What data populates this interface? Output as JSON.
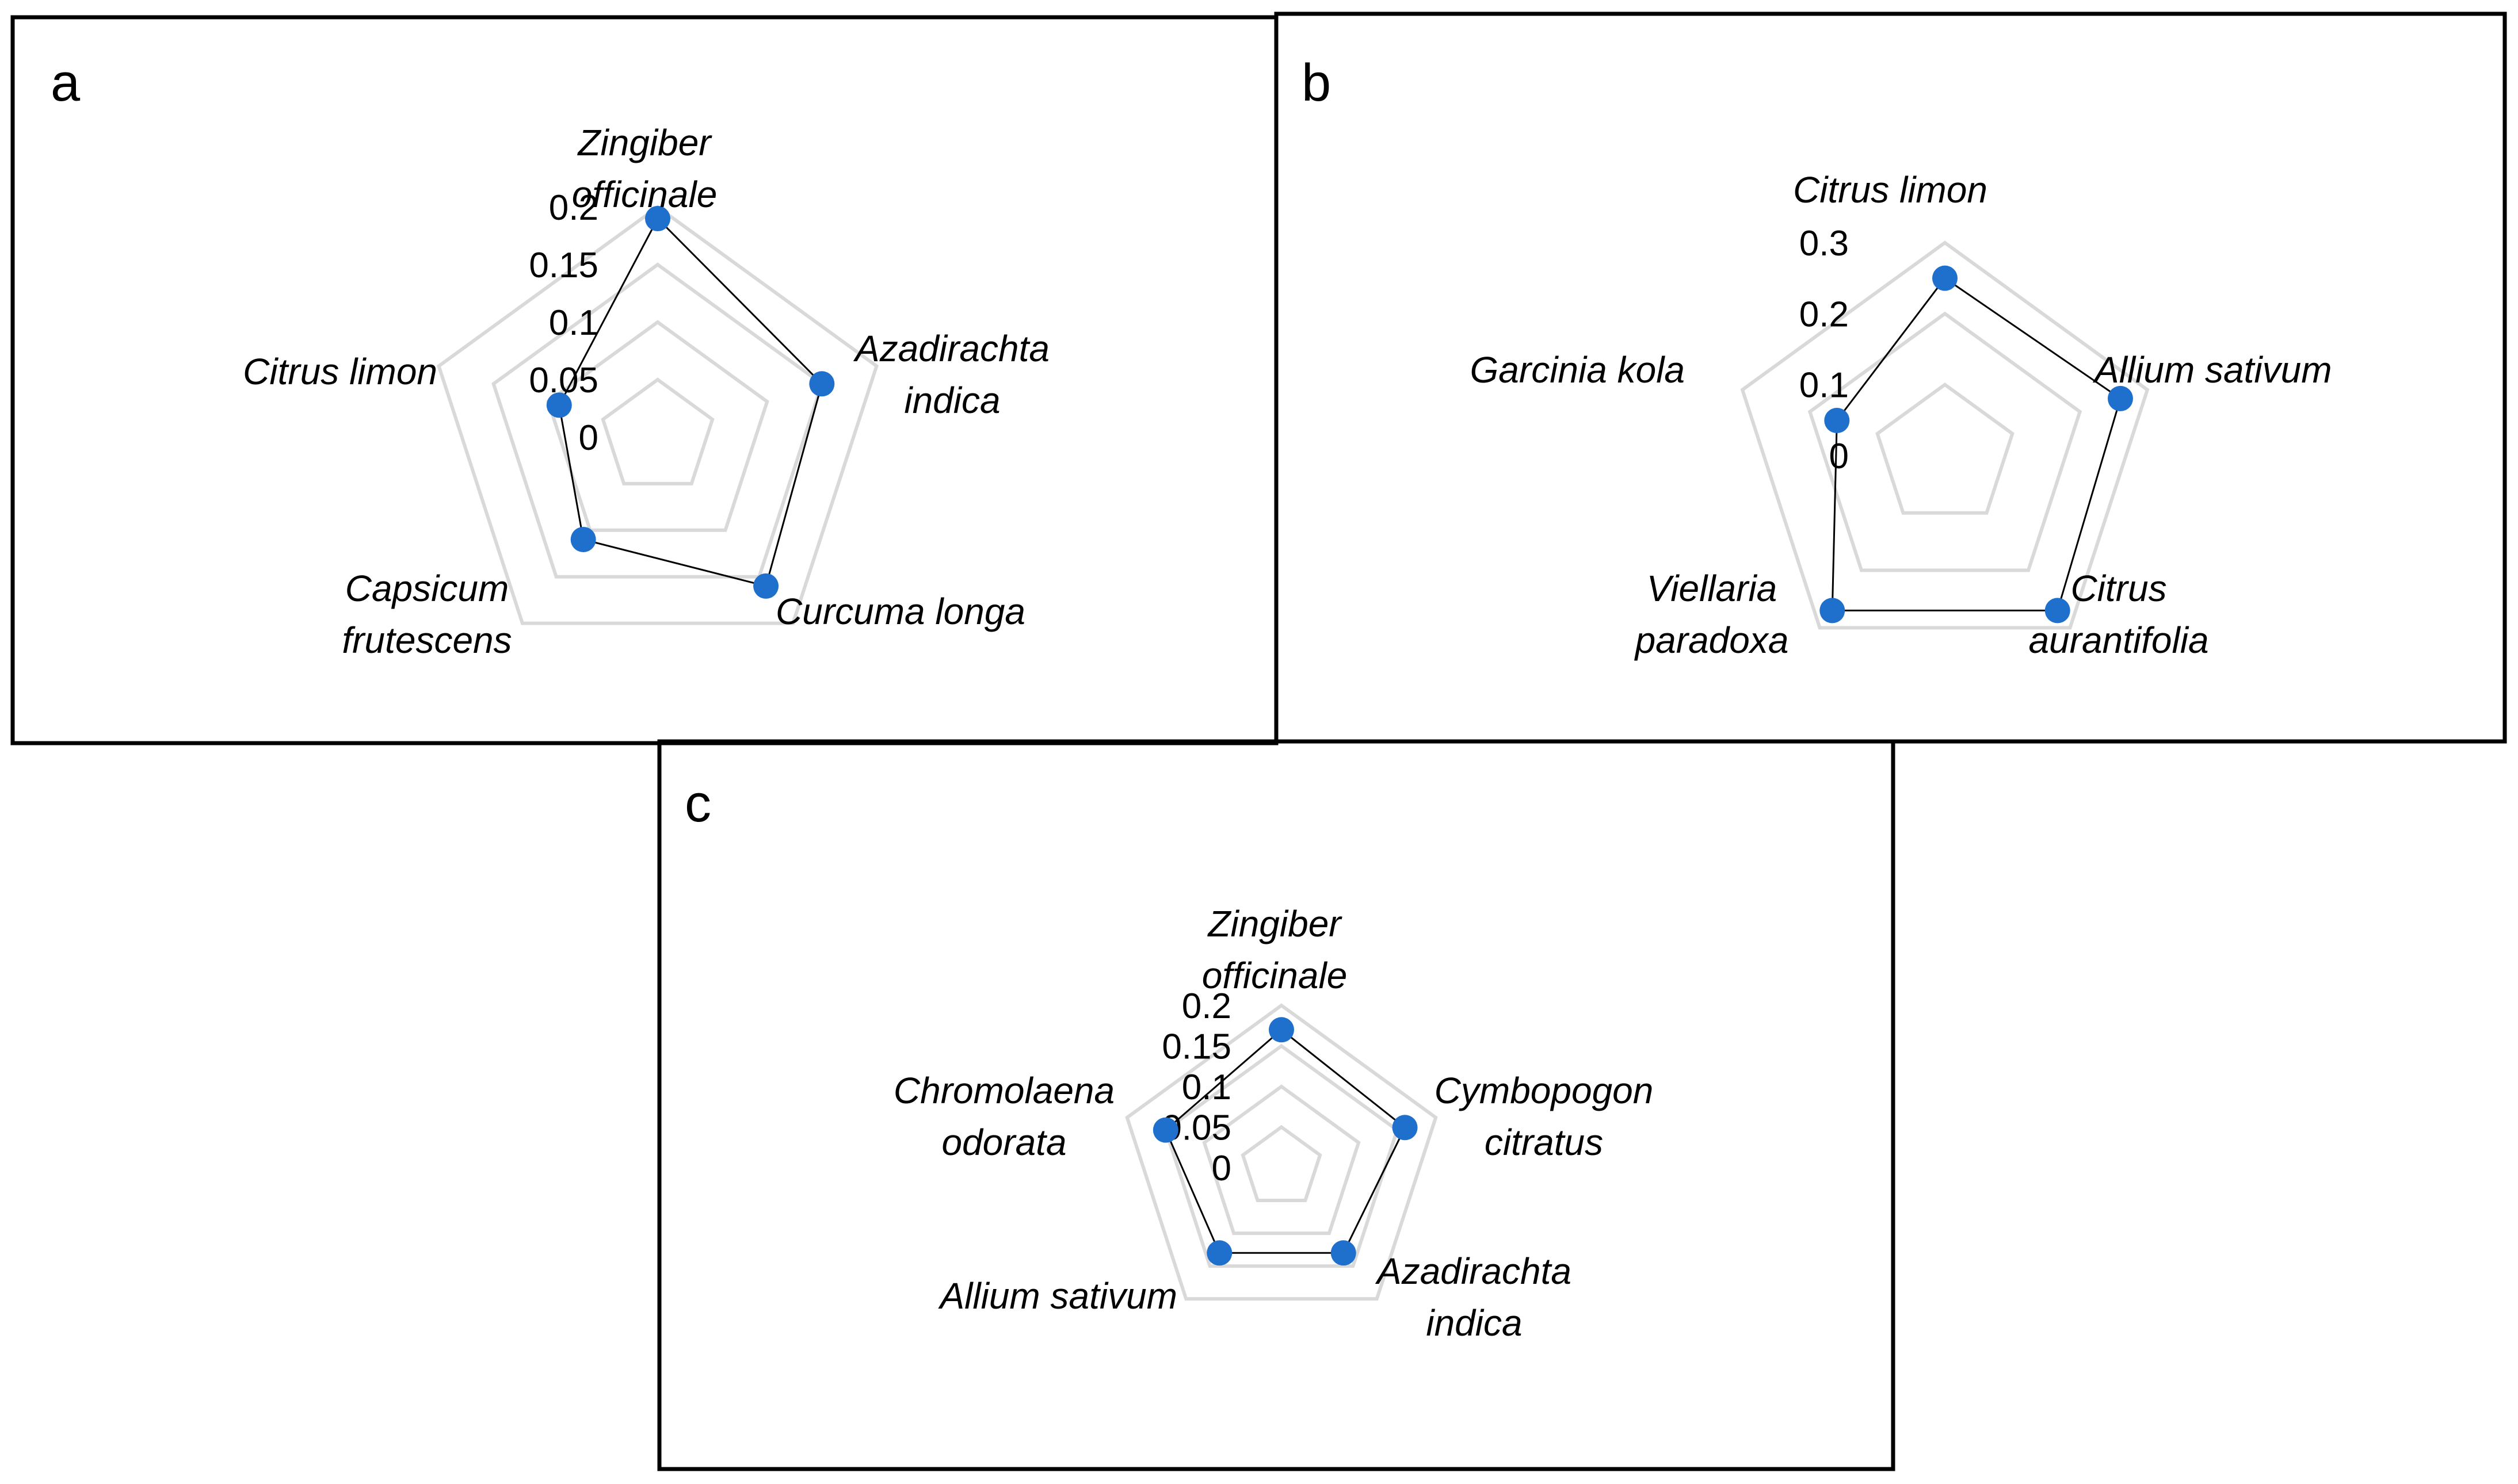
{
  "colors": {
    "marker": "#1f6fcc",
    "grid": "#d9d9d9",
    "line": "#000000"
  },
  "chart_data": [
    {
      "panel": "a",
      "type": "radar",
      "categories": [
        "Zingiber officinale",
        "Azadirachta indica",
        "Curcuma longa",
        "Capsicum frutescens",
        "Citrus limon"
      ],
      "values": [
        0.19,
        0.15,
        0.16,
        0.11,
        0.09
      ],
      "rlim": [
        0,
        0.2
      ],
      "ticks": [
        "0",
        "0.05",
        "0.1",
        "0.15",
        "0.2"
      ],
      "grid": true
    },
    {
      "panel": "b",
      "type": "radar",
      "categories": [
        "Citrus limon",
        "Allium sativum",
        "Citrus aurantifolia",
        "Viellaria paradoxa",
        "Garcinia kola"
      ],
      "values": [
        0.25,
        0.26,
        0.27,
        0.27,
        0.16
      ],
      "rlim": [
        0,
        0.3
      ],
      "ticks": [
        "0",
        "0.1",
        "0.2",
        "0.3"
      ],
      "grid": true
    },
    {
      "panel": "c",
      "type": "radar",
      "categories": [
        "Zingiber officinale",
        "Cymbopogon citratus",
        "Azadirachta indica",
        "Allium sativum",
        "Chromolaena odorata"
      ],
      "values": [
        0.17,
        0.16,
        0.13,
        0.13,
        0.15
      ],
      "rlim": [
        0,
        0.2
      ],
      "ticks": [
        "0",
        "0.05",
        "0.1",
        "0.15",
        "0.2"
      ],
      "grid": true
    }
  ]
}
